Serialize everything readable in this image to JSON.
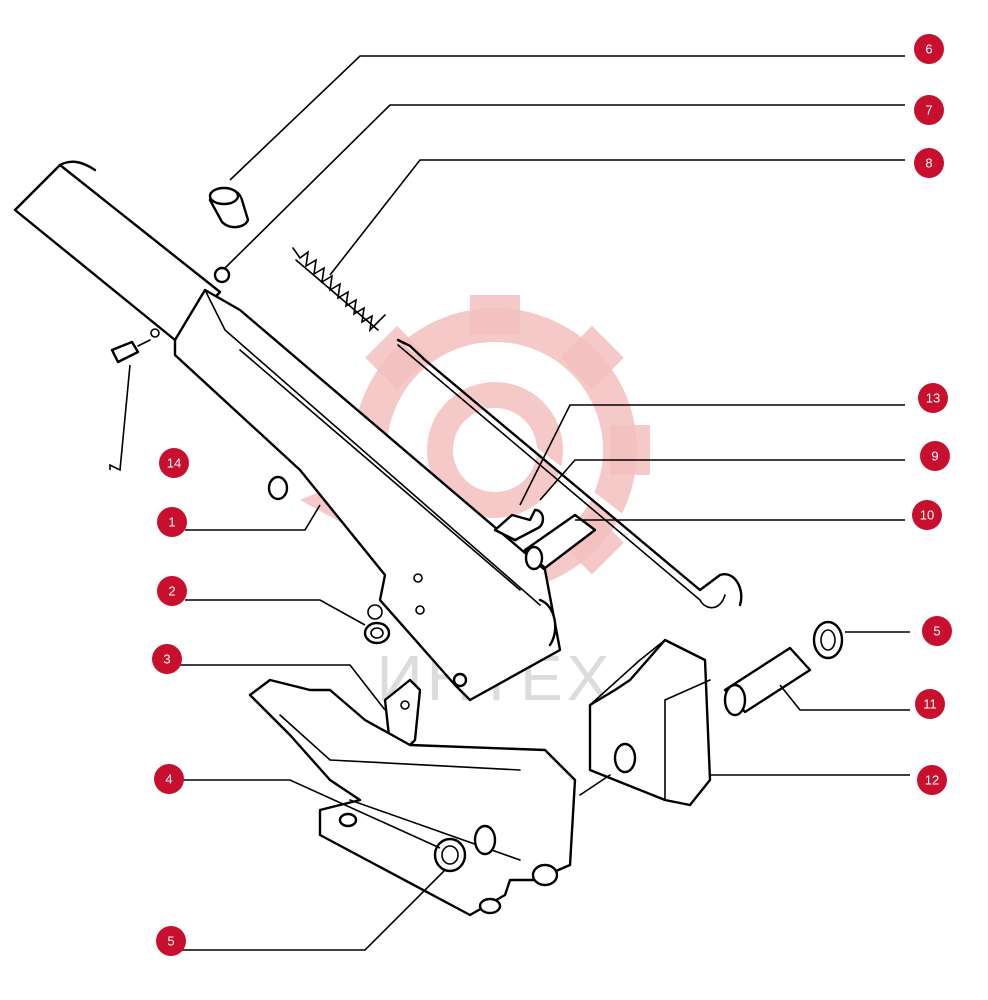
{
  "watermark": {
    "text": "ИНТЕХ",
    "gear_color": "#f4c0c0"
  },
  "colors": {
    "badge": "#c8102e",
    "line": "#000000"
  },
  "callouts": [
    {
      "id": "c6",
      "label": "6"
    },
    {
      "id": "c7",
      "label": "7"
    },
    {
      "id": "c8",
      "label": "8"
    },
    {
      "id": "c13",
      "label": "13"
    },
    {
      "id": "c9",
      "label": "9"
    },
    {
      "id": "c10",
      "label": "10"
    },
    {
      "id": "c14",
      "label": "14"
    },
    {
      "id": "c1",
      "label": "1"
    },
    {
      "id": "c2",
      "label": "2"
    },
    {
      "id": "c3",
      "label": "3"
    },
    {
      "id": "c5a",
      "label": "5"
    },
    {
      "id": "c11",
      "label": "11"
    },
    {
      "id": "c12",
      "label": "12"
    },
    {
      "id": "c4",
      "label": "4"
    },
    {
      "id": "c5b",
      "label": "5"
    }
  ]
}
